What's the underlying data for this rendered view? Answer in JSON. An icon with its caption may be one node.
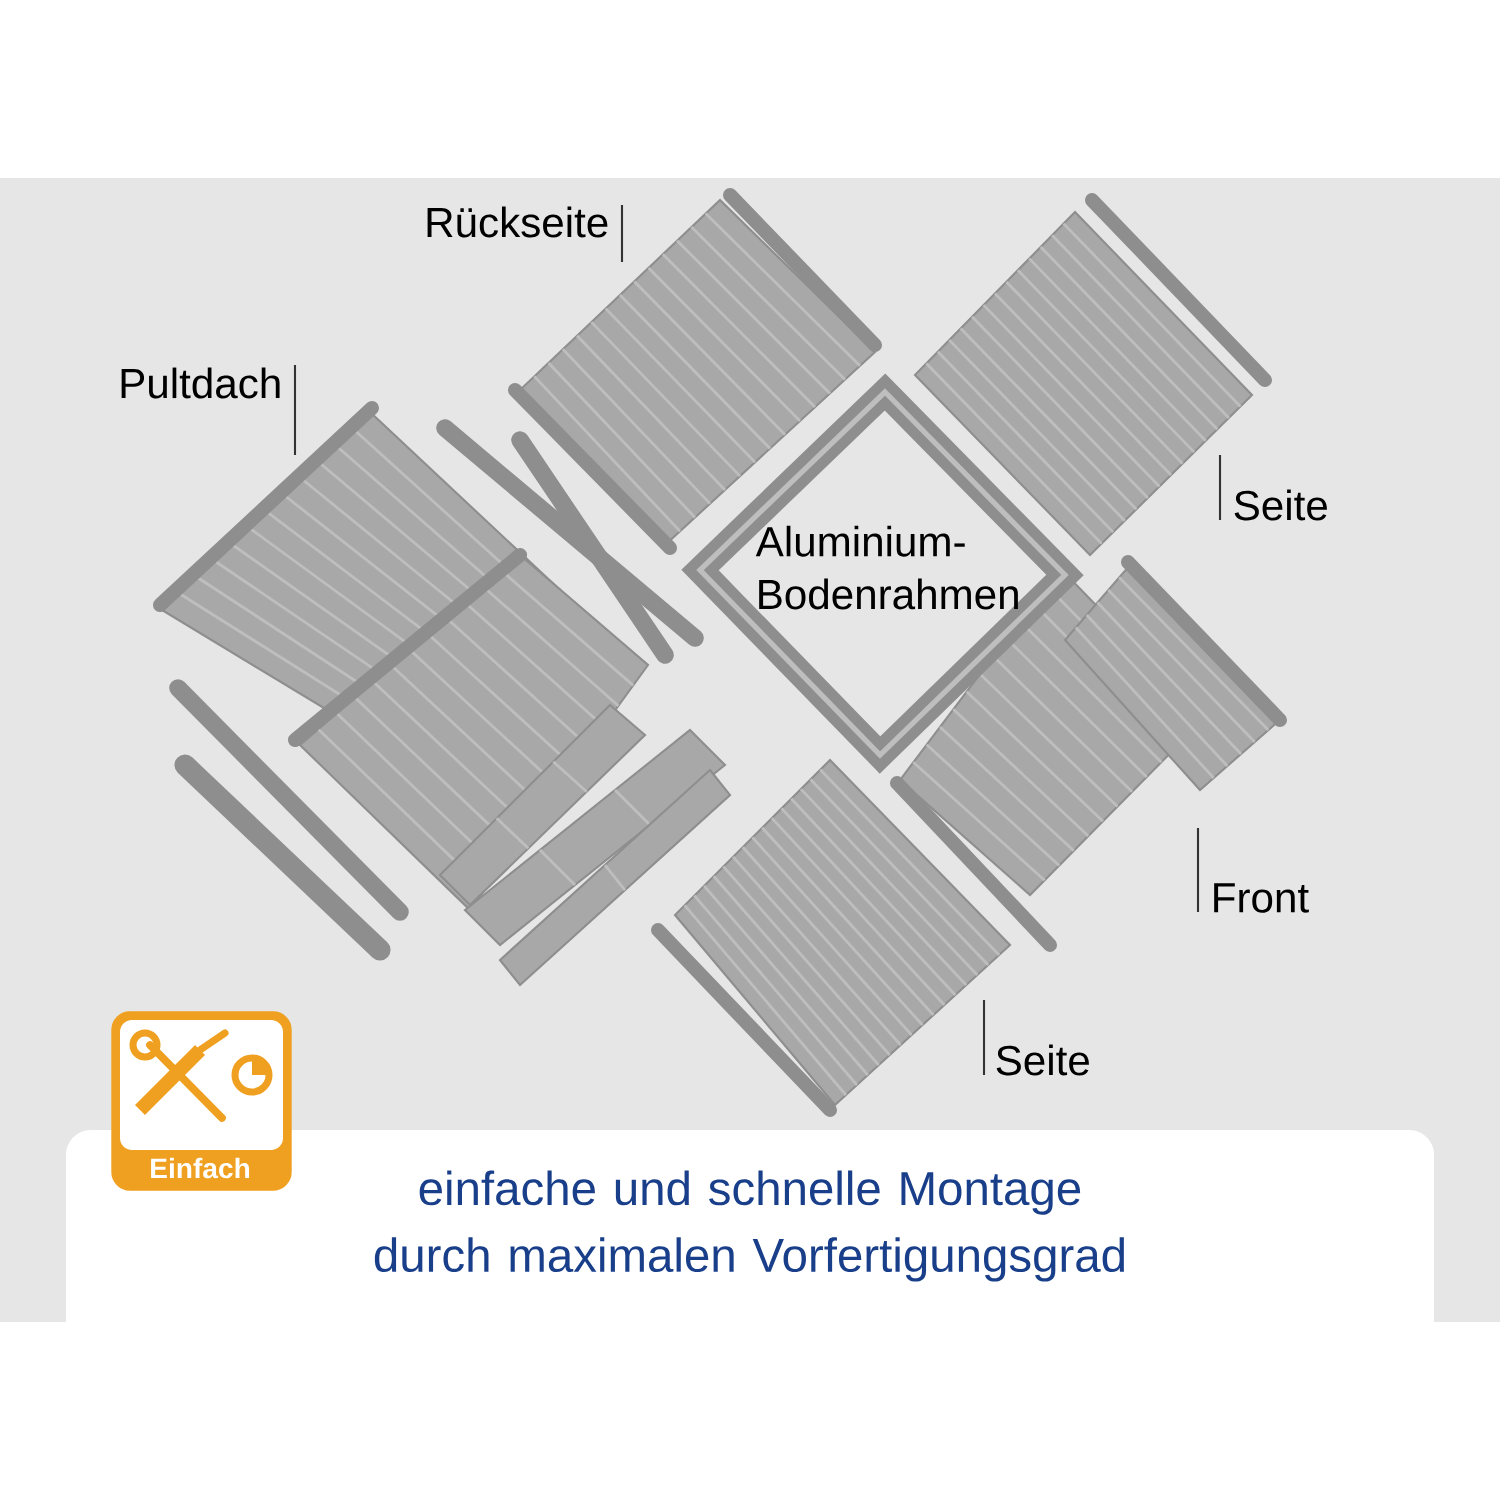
{
  "diagram": {
    "caption": "einfache und schnelle Montage durch maximalen Vorfertigungsgrad",
    "nodes": [
      {
        "text": [
          "Aluminium-Bodenrahmen"
        ]
      },
      {
        "text": [
          "Einfach"
        ]
      }
    ],
    "labels": [
      "Rückseite",
      "Pultdach",
      "Seite",
      "Front",
      "Seite"
    ]
  }
}
